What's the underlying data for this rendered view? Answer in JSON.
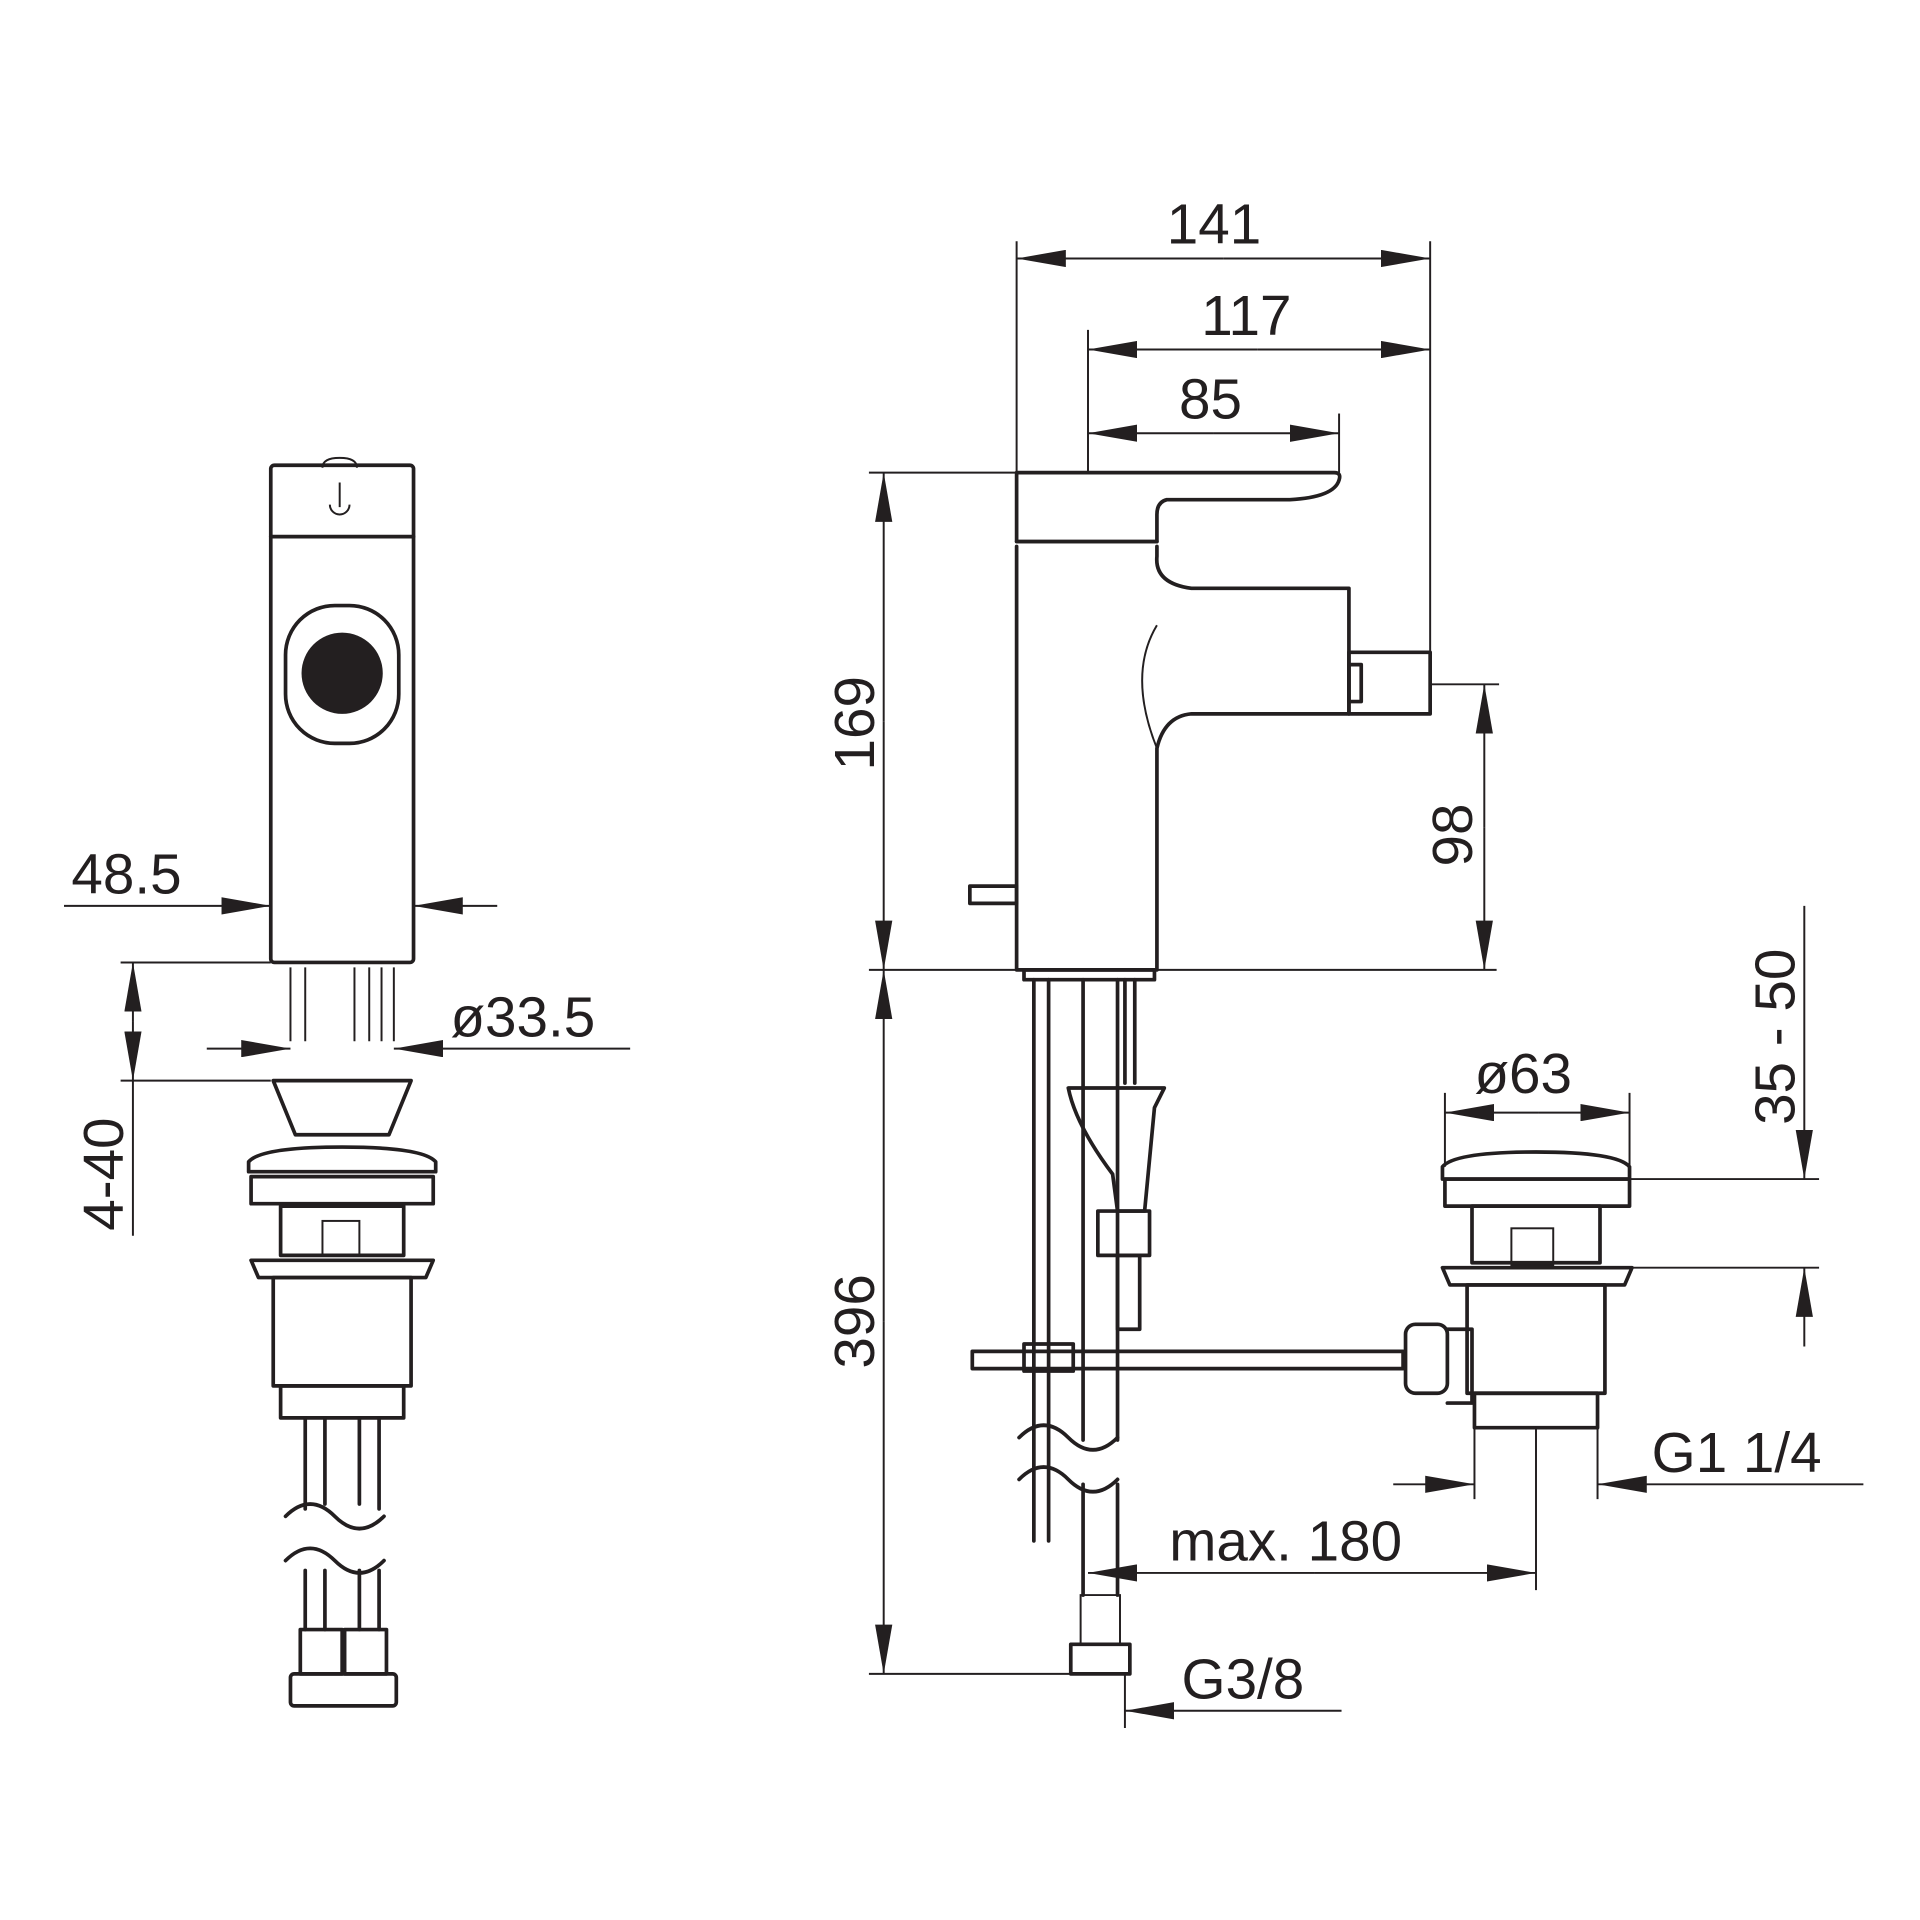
{
  "dimensions": {
    "overall_length": "141",
    "spout_reach": "117",
    "lever_length": "85",
    "body_height": "169",
    "spout_height": "98",
    "hose_length": "396",
    "body_width": "48.5",
    "hole_diameter": "ø33.5",
    "deck_thickness": "4-40",
    "waste_diameter": "ø63",
    "waste_range": "35 - 50",
    "waste_thread": "G1 1/4",
    "waste_distance": "max. 180",
    "supply_thread": "G3/8"
  },
  "colors": {
    "line": "#231f20",
    "background": "#ffffff"
  }
}
